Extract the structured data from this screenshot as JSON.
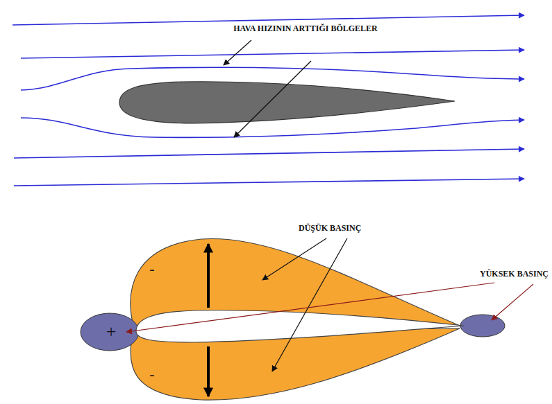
{
  "diagram": {
    "labels": [
      "HAVA HIZININ ARTTIĞI BÖLGELER",
      "DÜŞÜK BASINÇ",
      "YÜKSEK BASINÇ",
      "-",
      "-",
      "+"
    ]
  }
}
